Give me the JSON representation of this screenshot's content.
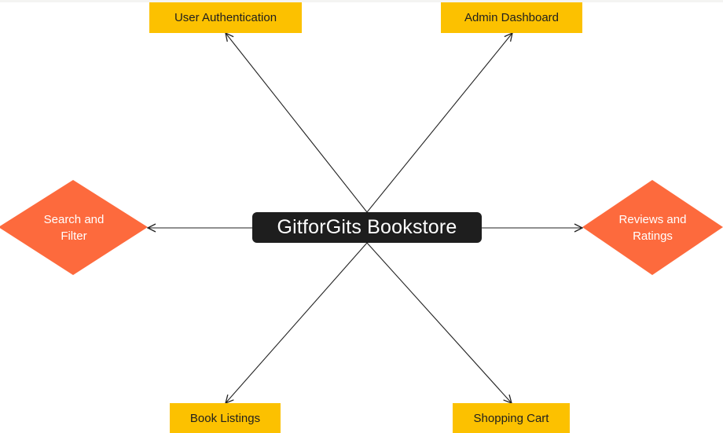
{
  "colors": {
    "background": "#ffffff",
    "box_fill": "#fcc100",
    "diamond_fill": "#fd6a3d",
    "center_fill": "#1e1e1e",
    "edge": "#222222",
    "text_dark": "#1f1f1f",
    "text_light": "#ffffff"
  },
  "diagram": {
    "center": {
      "label": "GitforGits Bookstore"
    },
    "boxes": {
      "user_authentication": "User Authentication",
      "admin_dashboard": "Admin Dashboard",
      "book_listings": "Book Listings",
      "shopping_cart": "Shopping Cart"
    },
    "diamonds": {
      "search_and_filter": "Search and\nFilter",
      "reviews_and_ratings": "Reviews and\nRatings"
    },
    "edges": [
      {
        "from": "GitforGits Bookstore",
        "to": "User Authentication"
      },
      {
        "from": "GitforGits Bookstore",
        "to": "Admin Dashboard"
      },
      {
        "from": "GitforGits Bookstore",
        "to": "Search and Filter"
      },
      {
        "from": "GitforGits Bookstore",
        "to": "Reviews and Ratings"
      },
      {
        "from": "GitforGits Bookstore",
        "to": "Book Listings"
      },
      {
        "from": "GitforGits Bookstore",
        "to": "Shopping Cart"
      }
    ]
  }
}
